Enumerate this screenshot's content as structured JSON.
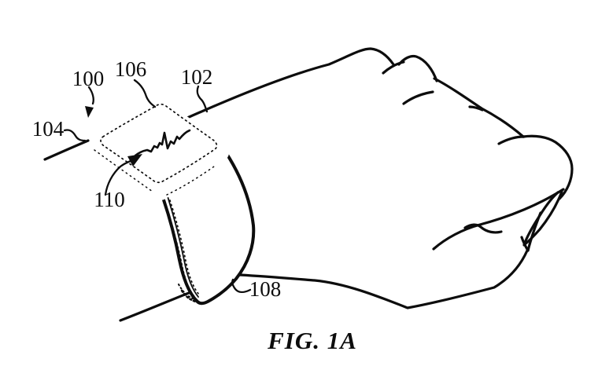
{
  "figure": {
    "caption": "FIG. 1A",
    "ink_color": "#0d0d0d",
    "background_color": "#ffffff",
    "reference_labels": [
      {
        "number": "100",
        "points_to": "wearable-device-overall"
      },
      {
        "number": "102",
        "points_to": "wrist-of-hand"
      },
      {
        "number": "104",
        "points_to": "device-housing-left-edge"
      },
      {
        "number": "106",
        "points_to": "display-top-surface"
      },
      {
        "number": "108",
        "points_to": "wrist-band"
      },
      {
        "number": "110",
        "points_to": "waveform-on-display"
      }
    ]
  }
}
